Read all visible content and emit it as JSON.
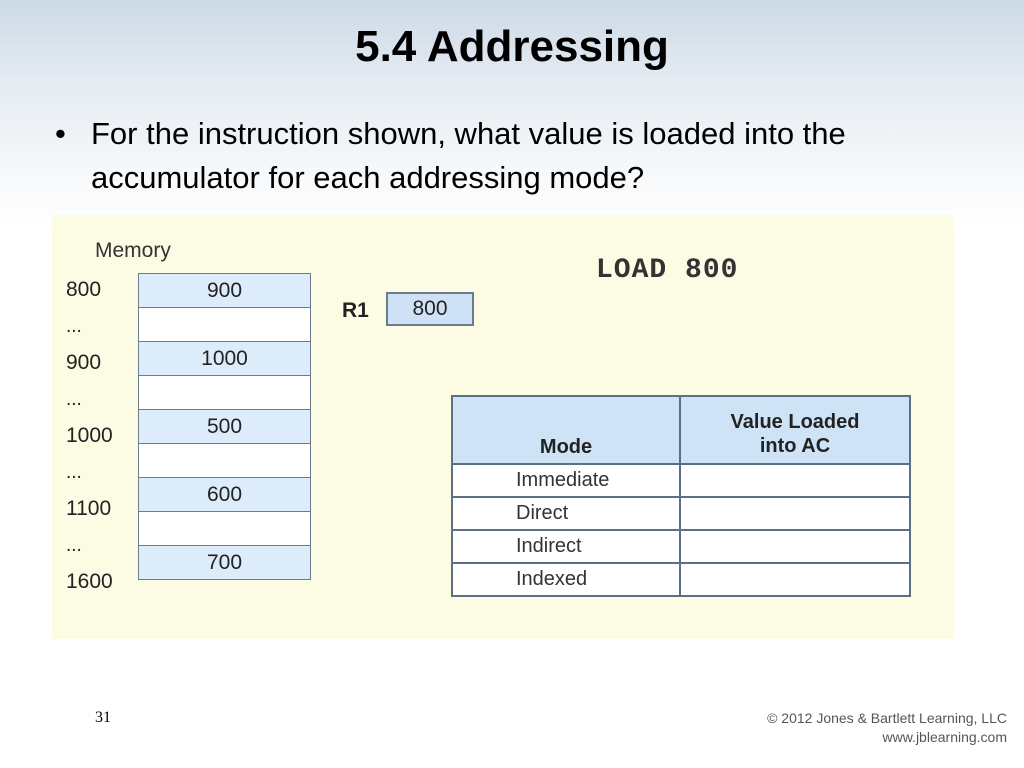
{
  "slide": {
    "title": "5.4 Addressing",
    "bullet_symbol": "•",
    "bullet": "For the instruction shown, what value is loaded into the accumulator for each addressing mode?",
    "page_number": "31",
    "copyright": {
      "line1": "© 2012 Jones & Bartlett Learning, LLC",
      "line2": "www.jblearning.com"
    }
  },
  "figure": {
    "memory_label": "Memory",
    "memory": {
      "addresses": [
        "800",
        "...",
        "900",
        "...",
        "1000",
        "...",
        "1100",
        "...",
        "1600"
      ],
      "cells": [
        "900",
        "",
        "1000",
        "",
        "500",
        "",
        "600",
        "",
        "700"
      ]
    },
    "instruction": "LOAD 800",
    "register": {
      "label": "R1",
      "value": "800"
    },
    "mode_table": {
      "headers": [
        "Mode",
        "Value Loaded into AC"
      ],
      "modes": [
        "Immediate",
        "Direct",
        "Indirect",
        "Indexed"
      ]
    }
  },
  "colors": {
    "figure_background": "#fcfbe3",
    "memory_cell_fill": "#dcecfb",
    "register_fill": "#cfe1f4",
    "header_fill": "#cfe3f7",
    "border": "#5d6f82"
  }
}
